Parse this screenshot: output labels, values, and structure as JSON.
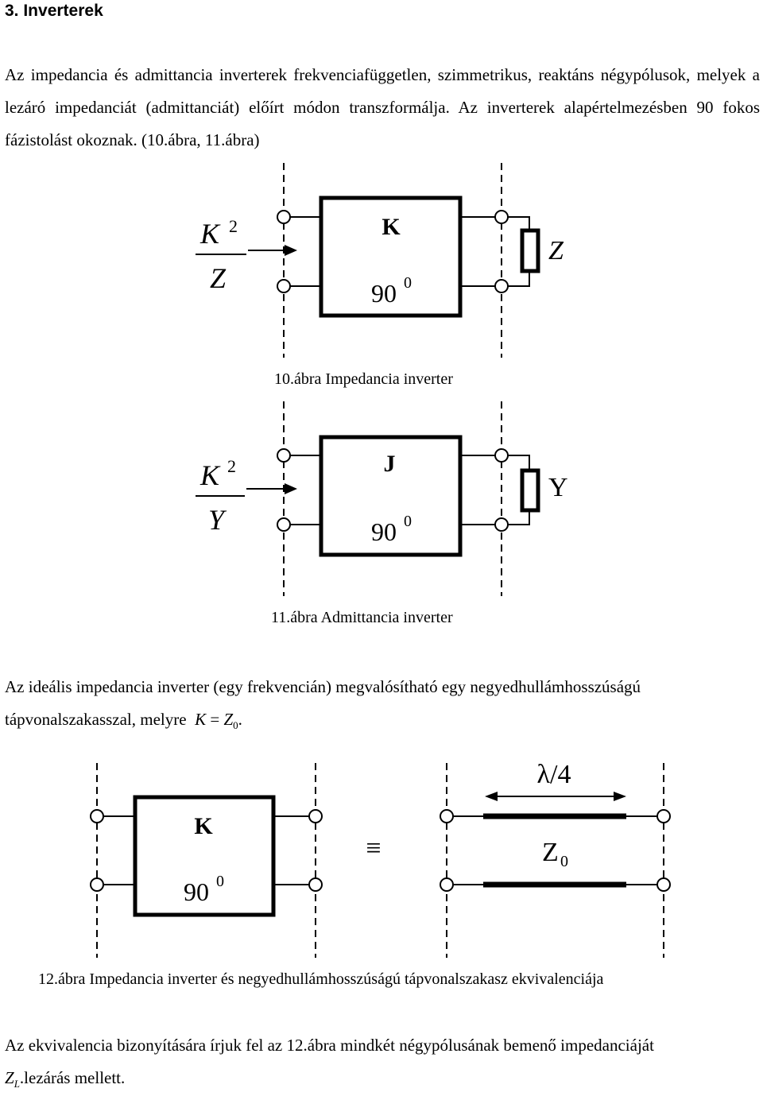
{
  "heading": "3. Inverterek",
  "para1": "Az impedancia és admittancia inverterek frekvenciafüggetlen, szimmetrikus, reaktáns négypólusok, melyek a lezáró impedanciát (admittanciát) előírt módon transzformálja. Az inverterek alapértelmezésben 90 fokos fázistolást okoznak. (10.ábra, 11.ábra)",
  "fig10": {
    "frac_num": "K",
    "frac_exp": "2",
    "frac_den": "Z",
    "box_label": "K",
    "phase_value": "90",
    "phase_exp": "0",
    "load_label": "Z",
    "caption": "10.ábra Impedancia inverter"
  },
  "fig11": {
    "frac_num": "K",
    "frac_exp": "2",
    "frac_den": "Y",
    "box_label": "J",
    "phase_value": "90",
    "phase_exp": "0",
    "load_label": "Y",
    "caption": "11.ábra Admittancia inverter"
  },
  "para2_line1": "Az ideális impedancia inverter (egy frekvencián) megvalósítható egy negyedhullámhosszúságú",
  "para2_line2_text": "tápvonalszakasszal, melyre",
  "para2_eq_lhs": "K",
  "para2_eq_sign": "=",
  "para2_eq_rhs": "Z",
  "para2_eq_sub": "0",
  "para2_eq_end": ".",
  "fig12": {
    "box_label": "K",
    "phase_value": "90",
    "phase_exp": "0",
    "equiv_symbol": "≡",
    "length_label": "λ/4",
    "line_label": "Z",
    "line_label_sub": "0",
    "caption": "12.ábra Impedancia inverter és negyedhullámhosszúságú tápvonalszakasz ekvivalenciája"
  },
  "para3_line1": "Az ekvivalencia bizonyítására írjuk fel az 12.ábra mindkét négypólusának bemenő impedanciáját",
  "para3_line2_var": "Z",
  "para3_line2_sub": "L",
  "para3_line2_text": ".lezárás mellett."
}
